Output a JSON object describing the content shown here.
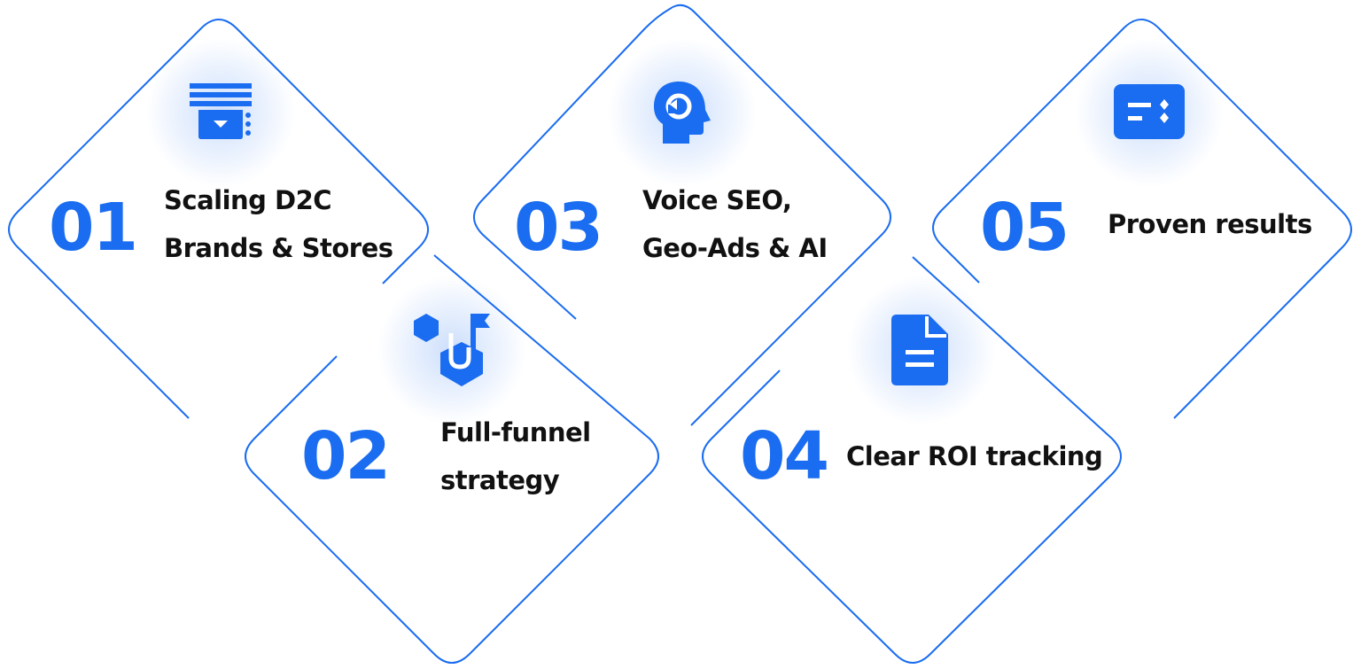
{
  "steps": [
    {
      "number": "01",
      "line1": "Scaling D2C",
      "line2": "Brands & Stores",
      "icon": "filter-list-icon"
    },
    {
      "number": "02",
      "line1": "Full-funnel",
      "line2": "strategy",
      "icon": "hexagon-flag-icon"
    },
    {
      "number": "03",
      "line1": "Voice SEO,",
      "line2": "Geo-Ads & AI",
      "icon": "head-cycle-icon"
    },
    {
      "number": "04",
      "line1": "Clear ROI tracking",
      "line2": "",
      "icon": "document-icon"
    },
    {
      "number": "05",
      "line1": "Proven results",
      "line2": "",
      "icon": "dashboard-card-icon"
    }
  ],
  "colors": {
    "accent": "#1a6cf0",
    "text": "#111111",
    "background": "#ffffff"
  }
}
